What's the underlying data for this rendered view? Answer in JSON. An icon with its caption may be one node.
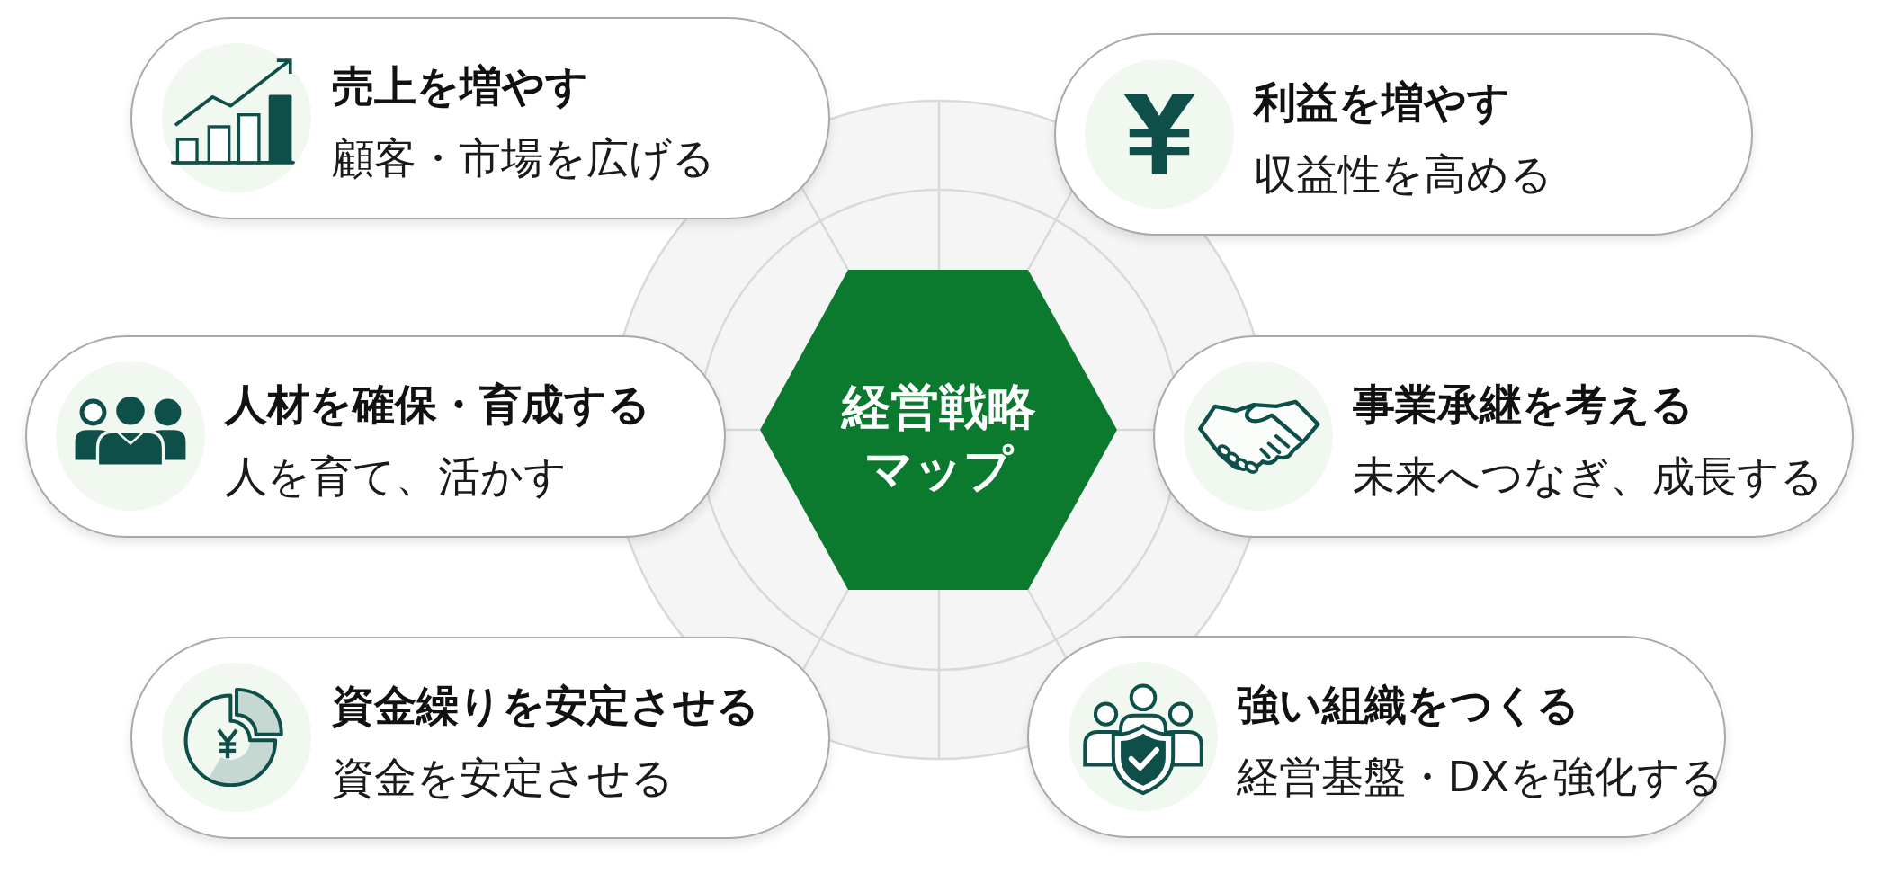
{
  "diagram": {
    "nodes": [
      {
        "text": [
          "売上を増やす",
          "顧客・市場を広げる"
        ]
      },
      {
        "text": [
          "利益を増やす",
          "収益性を高める"
        ]
      },
      {
        "text": [
          "人材を確保・育成する",
          "人を育て、活かす"
        ]
      },
      {
        "text": [
          "経営戦略マップ"
        ]
      },
      {
        "text": [
          "事業承継を考える",
          "未来へつなぎ、成長する"
        ]
      },
      {
        "text": [
          "資金繰りを安定させる",
          "資金を安定させる"
        ]
      },
      {
        "text": [
          "強い組織をつくる",
          "経営基盤・DXを強化する"
        ]
      }
    ],
    "edges": [
      {
        "from": 3,
        "to": 0,
        "arrow": "none"
      },
      {
        "from": 3,
        "to": 1,
        "arrow": "none"
      },
      {
        "from": 3,
        "to": 2,
        "arrow": "none"
      },
      {
        "from": 3,
        "to": 4,
        "arrow": "none"
      },
      {
        "from": 3,
        "to": 5,
        "arrow": "none"
      },
      {
        "from": 3,
        "to": 6,
        "arrow": "none"
      }
    ]
  }
}
